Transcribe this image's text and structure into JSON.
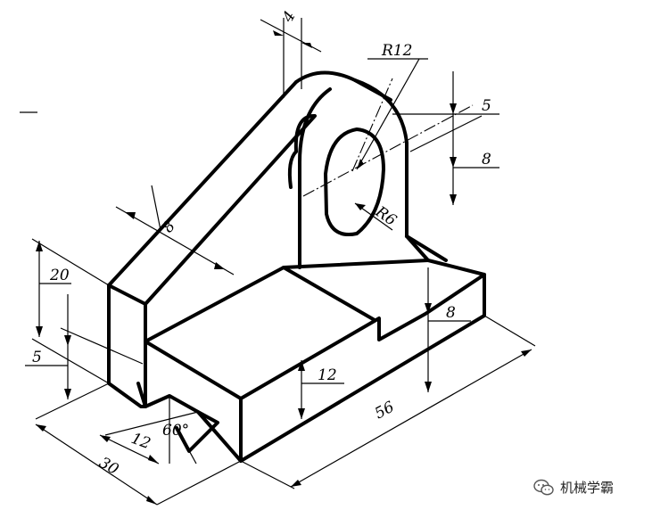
{
  "dimensions": {
    "d4": "4",
    "r12": "R12",
    "d5_top": "5",
    "d8_right": "8",
    "r6": "R6",
    "d8_slant": "8",
    "d20": "20",
    "d5_left": "5",
    "d8_step": "8",
    "d12_height": "12",
    "d56": "56",
    "d12_slot": "12",
    "angle": "60°",
    "d30": "30"
  },
  "watermark": {
    "text": "机械学霸",
    "icon": "wechat-icon"
  }
}
